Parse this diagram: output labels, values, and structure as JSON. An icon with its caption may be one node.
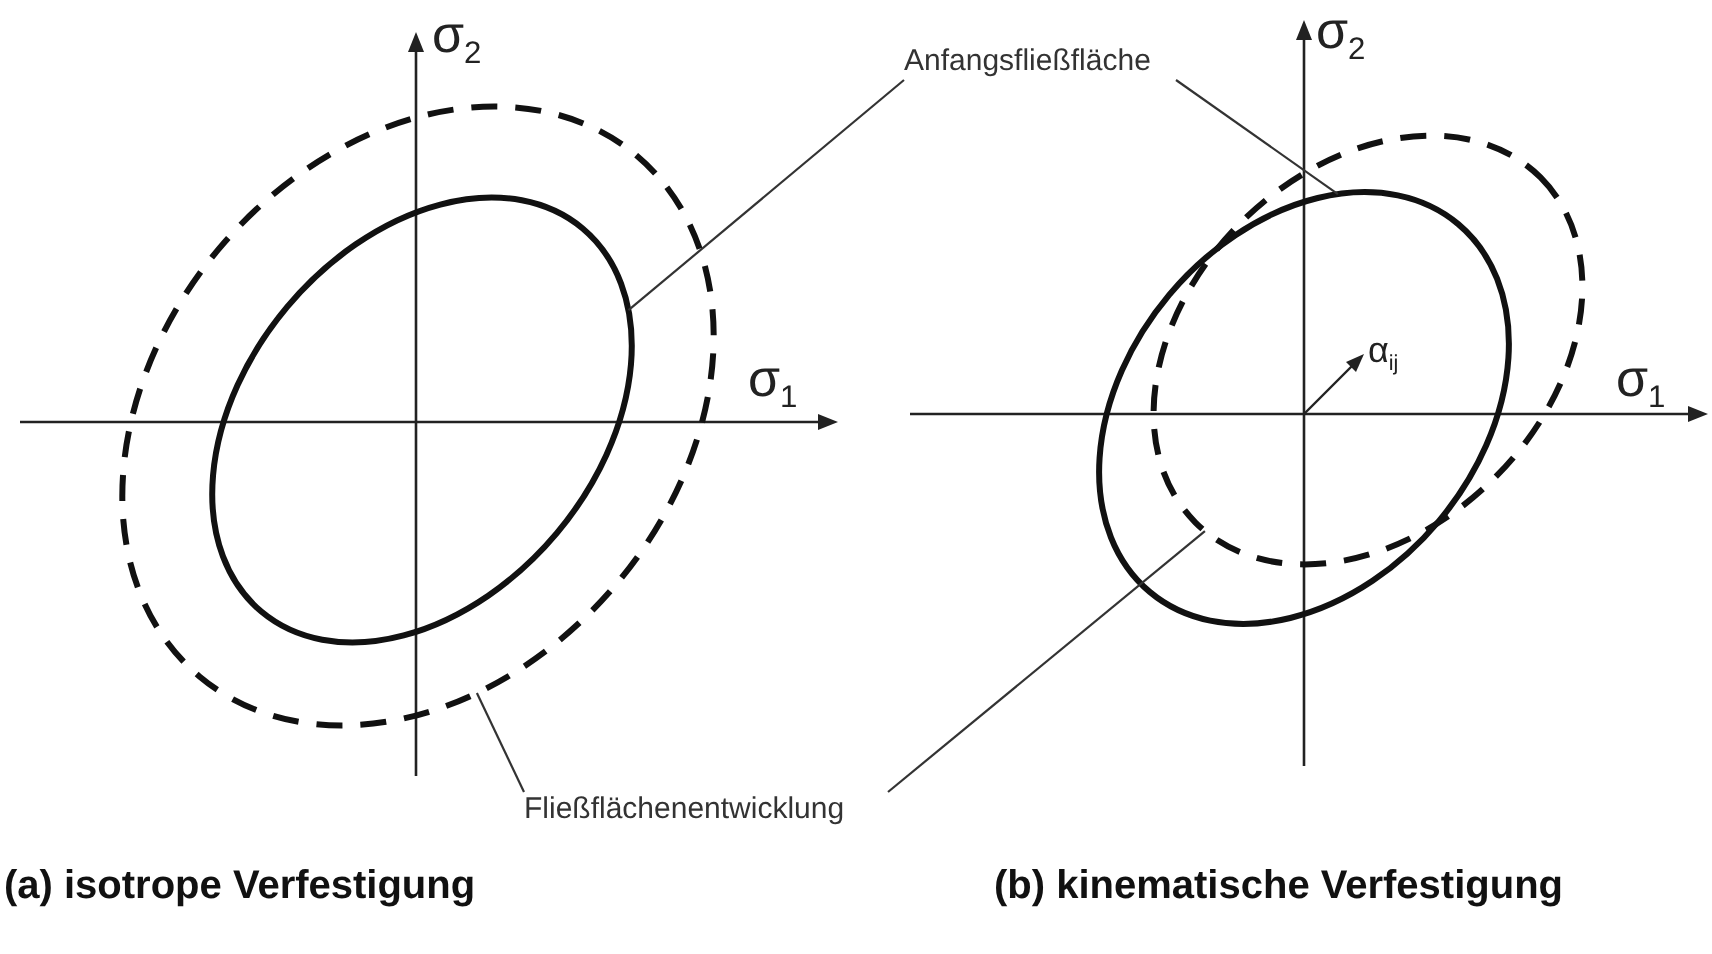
{
  "diagram": {
    "nodes": [
      {
        "text": [
          "Anfangsfließfläche"
        ]
      },
      {
        "text": [],
        "shape": "ellipse"
      },
      {
        "text": [],
        "shape": "ellipse",
        "in": 1
      },
      {
        "text": [],
        "shape": "ellipse"
      },
      {
        "text": [
          "Fließflächenentwicklung"
        ]
      },
      {
        "text": [],
        "shape": "ellipse"
      }
    ],
    "edges": [
      {
        "from": 0,
        "to": 2,
        "arrow": "none"
      },
      {
        "from": 0,
        "to": 3,
        "arrow": "none"
      },
      {
        "from": 4,
        "to": 1,
        "arrow": "none"
      },
      {
        "from": 4,
        "to": 5,
        "arrow": "none"
      }
    ],
    "labels": [
      "σ$_{2}$",
      "σ$_{1}$",
      "σ$_{2}$",
      "α$_{ij}$",
      "σ$_{1}$",
      "(a) isotrope Verfestigung",
      "(b) kinematische Verfestigung"
    ]
  }
}
